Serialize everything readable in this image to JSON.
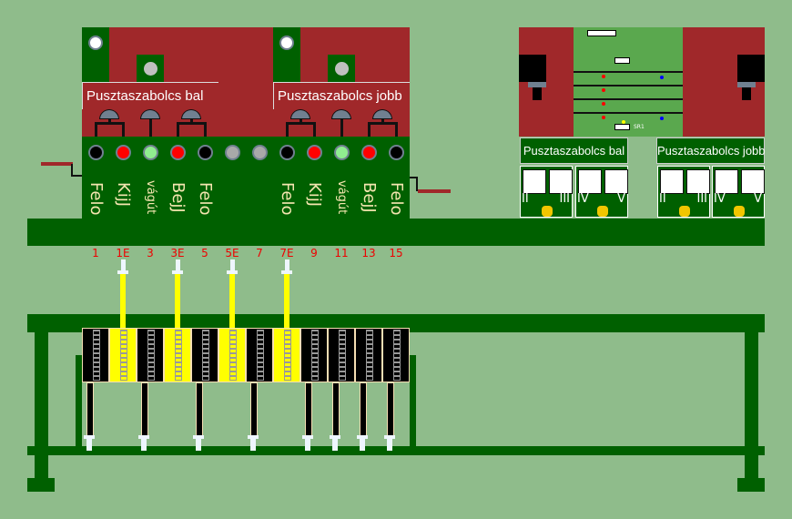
{
  "panels": {
    "left_title": "Pusztaszabolcs bal",
    "right_title": "Pusztaszabolcs jobb"
  },
  "lamps": [
    {
      "color": "#000000",
      "label": "Felo"
    },
    {
      "color": "#ff0000",
      "label": "KijJ"
    },
    {
      "color": "#90ee90",
      "label": "vágút"
    },
    {
      "color": "#ff0000",
      "label": "BejJ"
    },
    {
      "color": "#000000",
      "label": "Felo"
    },
    {
      "color": "#a9a9a9",
      "label": ""
    },
    {
      "color": "#a9a9a9",
      "label": ""
    },
    {
      "color": "#000000",
      "label": "Felo"
    },
    {
      "color": "#ff0000",
      "label": "KijJ"
    },
    {
      "color": "#90ee90",
      "label": "vágút"
    },
    {
      "color": "#ff0000",
      "label": "BejJ"
    },
    {
      "color": "#000000",
      "label": "Felo"
    }
  ],
  "lever_numbers": [
    "1",
    "1E",
    "3",
    "3E",
    "5",
    "5E",
    "7",
    "7E",
    "9",
    "11",
    "13",
    "15"
  ],
  "levers_reversed": [
    false,
    true,
    false,
    true,
    false,
    true,
    false,
    true,
    false,
    false,
    false,
    false
  ],
  "station": {
    "left_title": "Pusztaszabolcs bal",
    "right_title": "Pusztaszabolcs jobb",
    "groups": [
      {
        "a": "II",
        "b": "III"
      },
      {
        "a": "IV",
        "b": "V"
      },
      {
        "a": "II",
        "b": "III"
      },
      {
        "a": "IV",
        "b": "V"
      }
    ],
    "map_label": "SR1"
  },
  "colors": {
    "background": "#8fbc8b",
    "panel_green": "#006000",
    "panel_red": "#a0282a",
    "reversed": "#ffff00"
  }
}
